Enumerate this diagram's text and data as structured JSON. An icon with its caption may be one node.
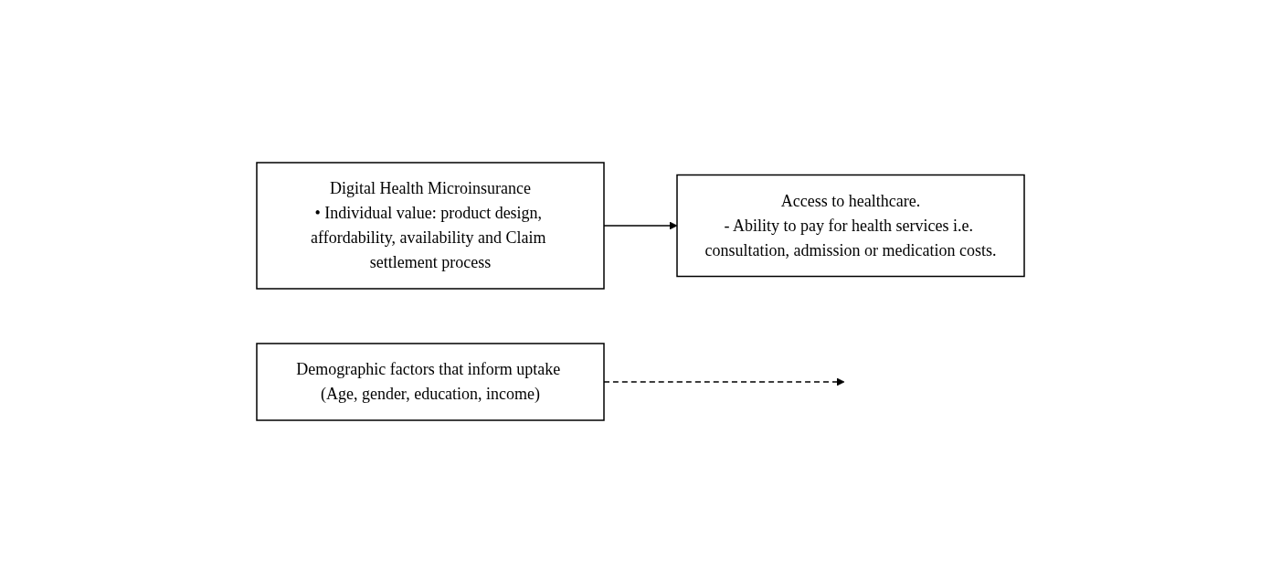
{
  "diagram": {
    "nodes": [
      {
        "text": [
          "Digital Health Microinsurance",
          "• Individual value: product design, affordability, availability and Claim settlement process"
        ]
      },
      {
        "text": [
          "Access to healthcare.",
          "- Ability to pay for health services i.e. consultation, admission or medication costs."
        ]
      },
      {
        "text": [
          "Demographic factors that inform uptake (Age, gender, education, income)"
        ]
      }
    ],
    "edges": [
      {
        "from": 0,
        "to": 1,
        "arrow": "to"
      },
      {
        "from": 2,
        "to": null,
        "arrow": "to",
        "style": "dashed"
      }
    ]
  }
}
